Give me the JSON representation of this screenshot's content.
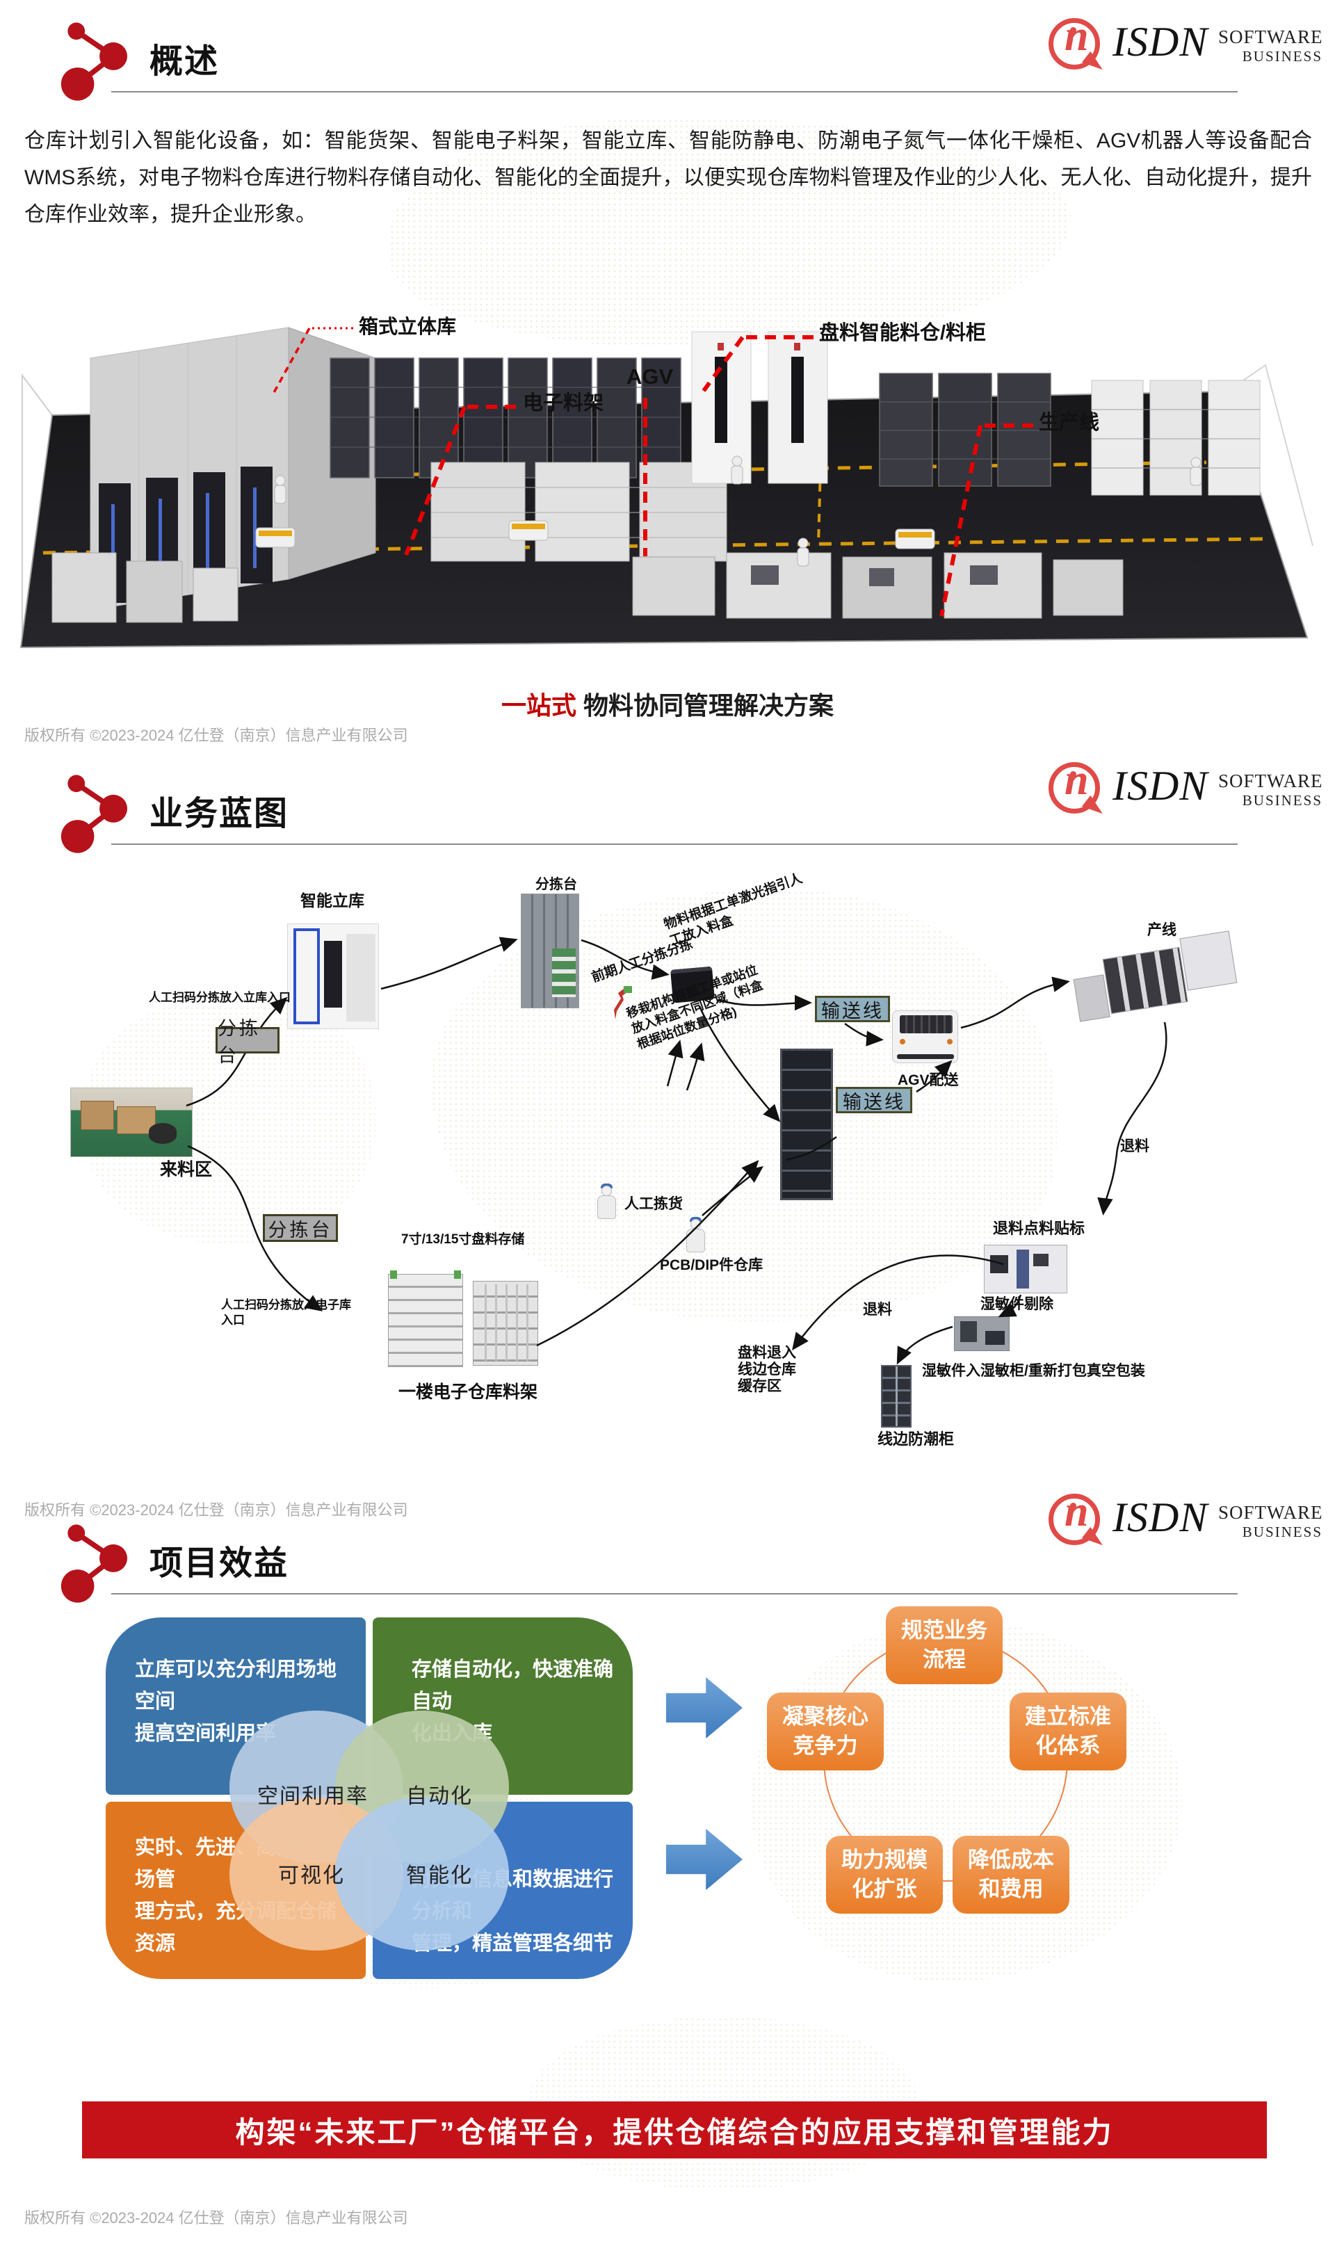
{
  "brand": {
    "name": "ISDN",
    "line1": "SOFTWARE",
    "line2": "BUSINESS"
  },
  "copyright": "版权所有 ©2023-2024  亿仕登（南京）信息产业有限公司",
  "sec1": {
    "title": "概述",
    "para": "仓库计划引入智能化设备，如：智能货架、智能电子料架，智能立库、智能防静电、防潮电子氮气一体化干燥柜、AGV机器人等设备配合WMS系统，对电子物料仓库进行物料存储自动化、智能化的全面提升，以便实现仓库物料管理及作业的少人化、无人化、自动化提升，提升仓库作业效率，提升企业形象。",
    "callouts": {
      "box": "箱式立体库",
      "erack": "电子料架",
      "agv": "AGV",
      "tray": "盘料智能料仓/料柜",
      "line": "生产线"
    },
    "caption_red": "一站式",
    "caption_rest": " 物料协同管理解决方案"
  },
  "sec2": {
    "title": "业务蓝图",
    "labels": {
      "incoming": "来料区",
      "sort": "分拣台",
      "lift": "智能立库",
      "scan_lift": "人工扫码分拣放入立库入口",
      "scan_elib": "人工扫码分拣放入电子库\n入口",
      "tray_store": "7寸/13/15寸盘料存储",
      "floor_rack": "一楼电子仓库料架",
      "early_sort": "前期人工分拣分拣",
      "laser": "物料根据工单激光指引人\n工放入料盒",
      "transfer": "移栽机构根据工单或站位\n放入料盒不同区域（料盒\n根据站位数量分格)",
      "conveyor": "输送线",
      "agv": "AGV配送",
      "line": "产线",
      "back": "退料",
      "back_label": "退料点料贴标",
      "msd_out": "湿敏件剔除",
      "msd_in": "湿敏件入湿敏柜/重新打包真空包装",
      "moist": "线边防潮柜",
      "tray_back": "盘料退入\n线边仓库\n缓存区",
      "pick": "人工拣货",
      "pcb": "PCB/DIP件仓库"
    }
  },
  "sec3": {
    "title": "项目效益",
    "quads": {
      "q1": {
        "text": "立库可以充分利用场地空间\n提高空间利用率",
        "tag": "空间利用率",
        "color": "#3B74A8"
      },
      "q2": {
        "text": "存储自动化，快速准确自动\n化出入库",
        "tag": "自动化",
        "color": "#4E7C31"
      },
      "q3": {
        "text": "实时、先进、高效的现场管\n理方式，充分调配仓储资源",
        "tag": "可视化",
        "color": "#E0761F"
      },
      "q4": {
        "text": "对大量信息和数据进行分析和\n管理，精益管理各细节",
        "tag": "智能化",
        "color": "#3C76C2"
      }
    },
    "cycle": {
      "c1": "规范业务\n流程",
      "c2": "凝聚核心\n竞争力",
      "c3": "建立标准\n化体系",
      "c4": "助力规模\n化扩张",
      "c5": "降低成本\n和费用"
    },
    "banner": "构架“未来工厂”仓储平台，提供仓储综合的应用支撑和管理能力"
  }
}
